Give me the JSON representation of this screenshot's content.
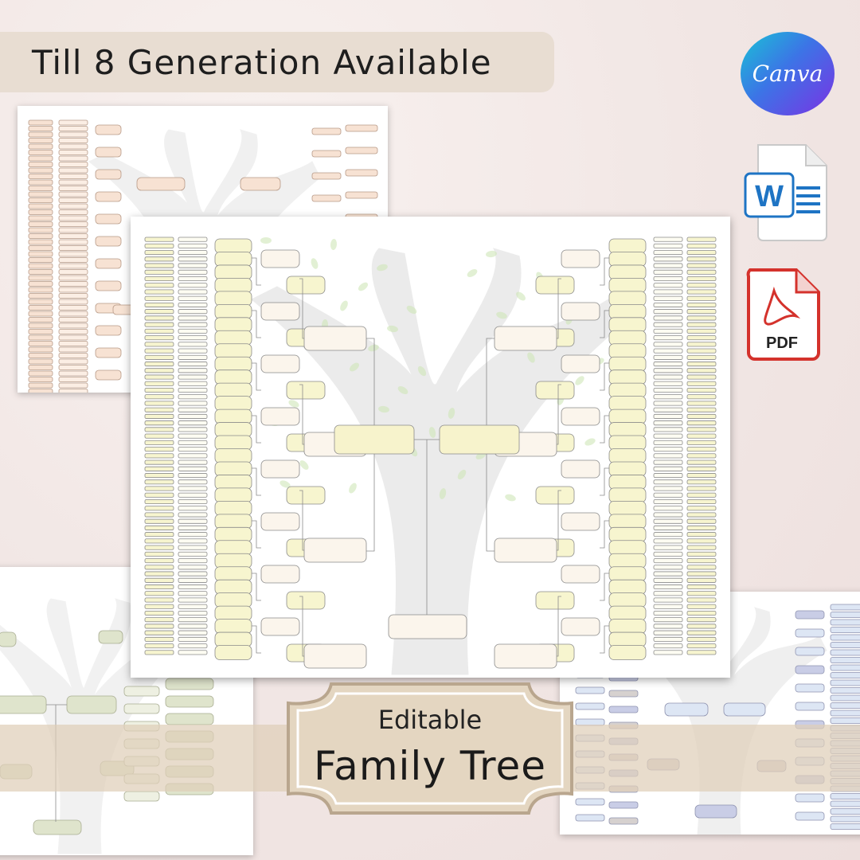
{
  "header": {
    "title": "Till 8 Generation Available"
  },
  "badges": {
    "canva": "Canva",
    "pdf": "PDF",
    "word": "W"
  },
  "plaque": {
    "line1": "Editable",
    "line2": "Family Tree"
  },
  "icons": [
    "canva-logo-icon",
    "word-document-icon",
    "pdf-document-icon",
    "tree-silhouette-icon"
  ],
  "colors": {
    "background": "#f4ebea",
    "banner": "#e8ddd2",
    "plaque_fill": "#e4d6c1",
    "plaque_border": "#b9a68e",
    "box_peach": "#f7e2d3",
    "box_yellow": "#f7f5cf",
    "box_cream": "#fbf5ec",
    "box_sage": "#dfe4cc",
    "box_blue": "#dde6f4",
    "box_lavender": "#c9cde6",
    "pdf_red": "#d4322c",
    "word_blue": "#1e74c4"
  }
}
